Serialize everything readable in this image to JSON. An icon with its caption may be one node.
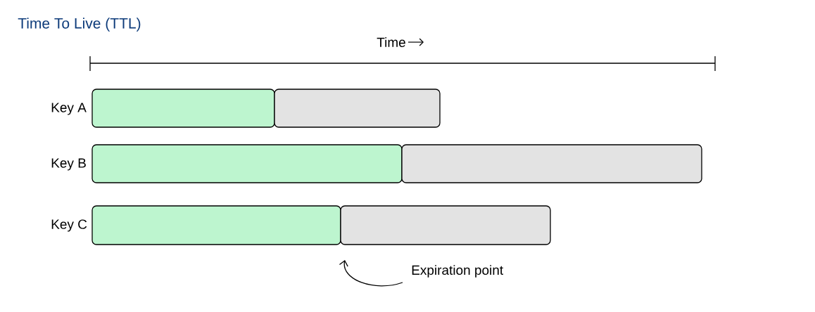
{
  "diagram": {
    "title": "Time To Live (TTL)",
    "nodes": [
      {
        "text": [],
        "shape": "bar"
      },
      {
        "text": [],
        "shape": "bar"
      },
      {
        "text": [],
        "shape": "bar"
      },
      {
        "text": [],
        "shape": "bar"
      },
      {
        "text": [],
        "shape": "bar"
      },
      {
        "text": [],
        "shape": "bar"
      },
      {
        "text": [
          "Expiration point"
        ]
      }
    ],
    "edges": [
      {
        "from": 6,
        "to": 5,
        "arrow": "to"
      }
    ],
    "labels": [
      "Time",
      "Key A",
      "Key B",
      "Key C"
    ]
  }
}
